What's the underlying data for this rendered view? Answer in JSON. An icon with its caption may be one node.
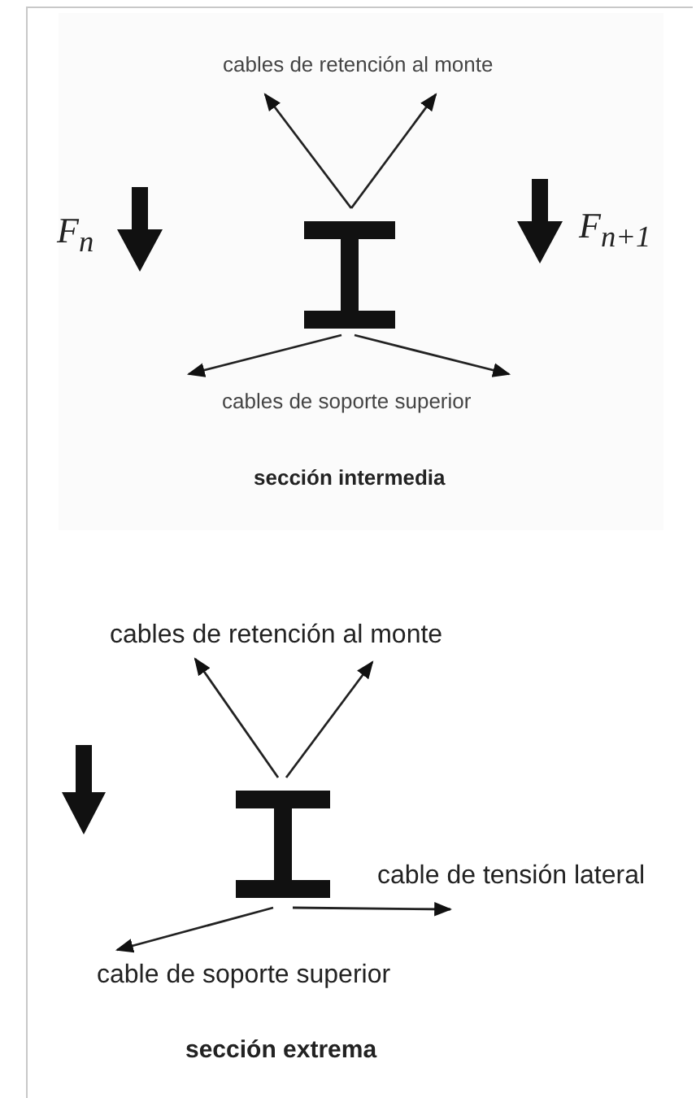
{
  "diagram": {
    "labels": [
      "cables de retención al monte",
      "F$_{n}$",
      "F$_{n+1}$",
      "cables de soporte superior",
      "sección intermedia",
      "cables de retención al monte",
      "cable de tensión lateral",
      "cable de soporte superior",
      "sección extrema"
    ]
  }
}
